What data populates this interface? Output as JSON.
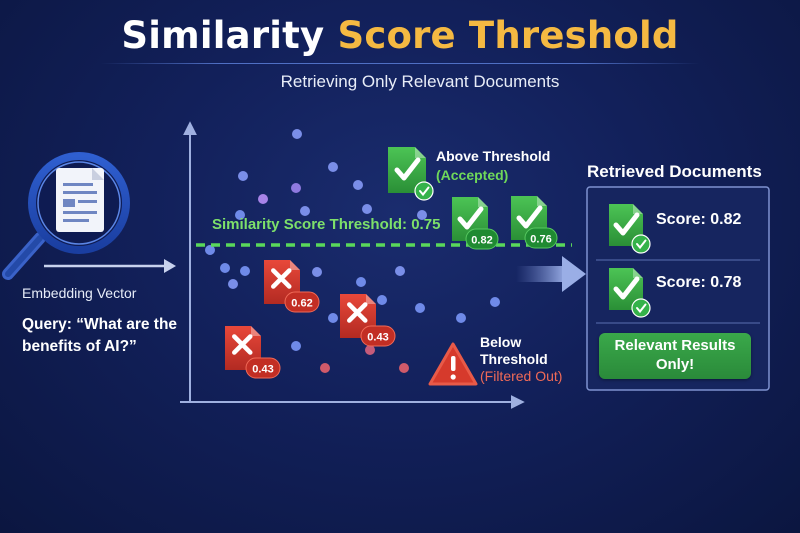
{
  "title": {
    "part1": "Similarity",
    "part2": "Score Threshold"
  },
  "subtitle": "Retrieving Only Relevant Documents",
  "query": {
    "embedding_label": "Embedding Vector",
    "text": "Query: “What are the benefits of AI?”"
  },
  "threshold": {
    "label": "Similarity Score Threshold: 0.75",
    "value": 0.75
  },
  "above": {
    "title": "Above Threshold",
    "status": "(Accepted)"
  },
  "below": {
    "title_line1": "Below",
    "title_line2": "Threshold",
    "status": "(Filtered Out)"
  },
  "accepted_docs": [
    {
      "score": "0.82"
    },
    {
      "score": "0.76"
    }
  ],
  "rejected_docs": [
    {
      "score": "0.62"
    },
    {
      "score": "0.43"
    },
    {
      "score": "0.43"
    }
  ],
  "retrieved": {
    "title": "Retrieved Documents",
    "items": [
      {
        "label": "Score: 0.82"
      },
      {
        "label": "Score: 0.78"
      }
    ],
    "badge_line1": "Relevant Results",
    "badge_line2": "Only!"
  },
  "colors": {
    "accent_gold": "#f5b942",
    "accept_green": "#6fd85a",
    "reject_red": "#e04a3c",
    "threshold_green": "#5ad85a",
    "background": "#12205a"
  },
  "icons": [
    "magnifier-document-icon",
    "arrow-right-icon",
    "check-document-icon",
    "x-document-icon",
    "warning-icon"
  ]
}
